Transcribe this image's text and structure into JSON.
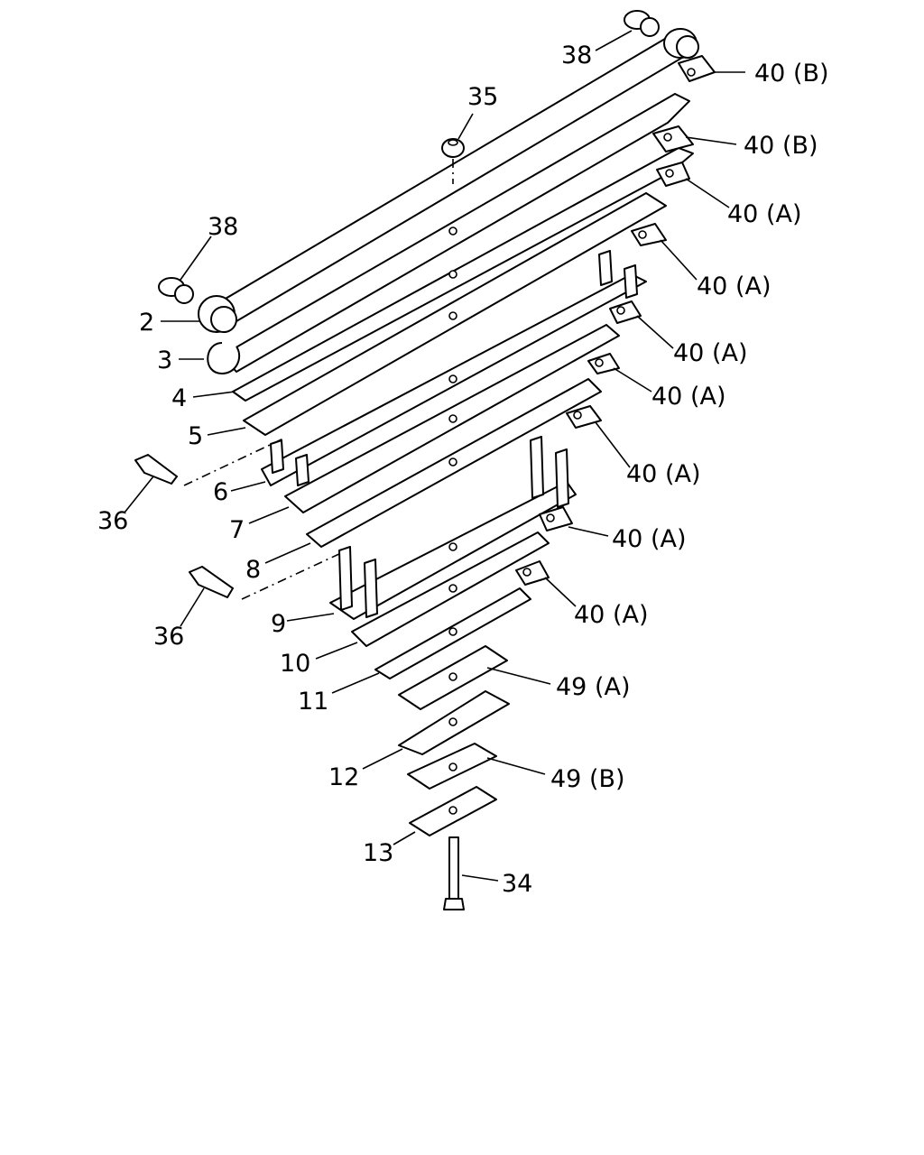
{
  "labels": [
    {
      "id": "38_top",
      "text": "38"
    },
    {
      "id": "40b_1",
      "text": "40 (B)"
    },
    {
      "id": "35",
      "text": "35"
    },
    {
      "id": "40b_2",
      "text": "40 (B)"
    },
    {
      "id": "38_left",
      "text": "38"
    },
    {
      "id": "40a_1",
      "text": "40 (A)"
    },
    {
      "id": "40a_2",
      "text": "40 (A)"
    },
    {
      "id": "2",
      "text": "2"
    },
    {
      "id": "3",
      "text": "3"
    },
    {
      "id": "40a_3",
      "text": "40 (A)"
    },
    {
      "id": "4",
      "text": "4"
    },
    {
      "id": "40a_4",
      "text": "40 (A)"
    },
    {
      "id": "5",
      "text": "5"
    },
    {
      "id": "40a_5",
      "text": "40 (A)"
    },
    {
      "id": "6",
      "text": "6"
    },
    {
      "id": "36_a",
      "text": "36"
    },
    {
      "id": "7",
      "text": "7"
    },
    {
      "id": "40a_6",
      "text": "40 (A)"
    },
    {
      "id": "8",
      "text": "8"
    },
    {
      "id": "40a_7",
      "text": "40 (A)"
    },
    {
      "id": "9",
      "text": "9"
    },
    {
      "id": "36_b",
      "text": "36"
    },
    {
      "id": "10",
      "text": "10"
    },
    {
      "id": "11",
      "text": "11"
    },
    {
      "id": "49a",
      "text": "49 (A)"
    },
    {
      "id": "12",
      "text": "12"
    },
    {
      "id": "49b",
      "text": "49 (B)"
    },
    {
      "id": "13",
      "text": "13"
    },
    {
      "id": "34",
      "text": "34"
    }
  ]
}
